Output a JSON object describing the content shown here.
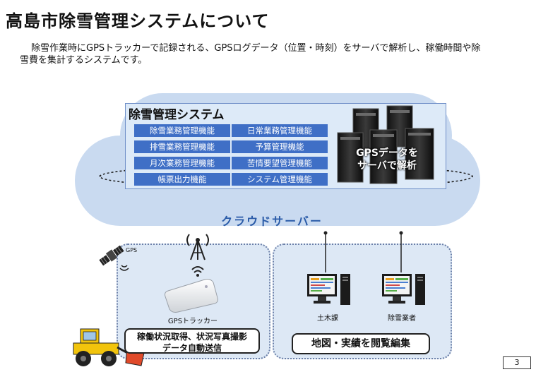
{
  "title": "高島市除雪管理システムについて",
  "description": {
    "line1": "除雪作業時にGPSトラッカーで記録される、GPSログデータ（位置・時刻）をサーバで解析し、稼働時間や除",
    "line2": "雪費を集計するシステムです。"
  },
  "system": {
    "title": "除雪管理システム",
    "functions": [
      "除雪業務管理機能",
      "日常業務管理機能",
      "排雪業務管理機能",
      "予算管理機能",
      "月次業務管理機能",
      "苦情要望管理機能",
      "帳票出力機能",
      "システム管理機能"
    ]
  },
  "servers": {
    "line1": "GPSデータを",
    "line2": "サーバで解析"
  },
  "cloud": {
    "label": "クラウドサーバー"
  },
  "satellite": {
    "label": "GPS"
  },
  "tracker": {
    "label": "GPSトラッカー"
  },
  "left_caption": {
    "line1": "稼働状況取得、状況写真撮影",
    "line2": "データ自動送信"
  },
  "terminals": [
    {
      "label": "土木課"
    },
    {
      "label": "除雪業者"
    }
  ],
  "right_caption": "地図・実績を閲覧編集",
  "page_number": "3",
  "colors": {
    "function_bg": "#3f6fc6",
    "cloud": "#c9daf0",
    "cloud_label": "#2a5ba8",
    "panel": "#ddeaf8"
  }
}
